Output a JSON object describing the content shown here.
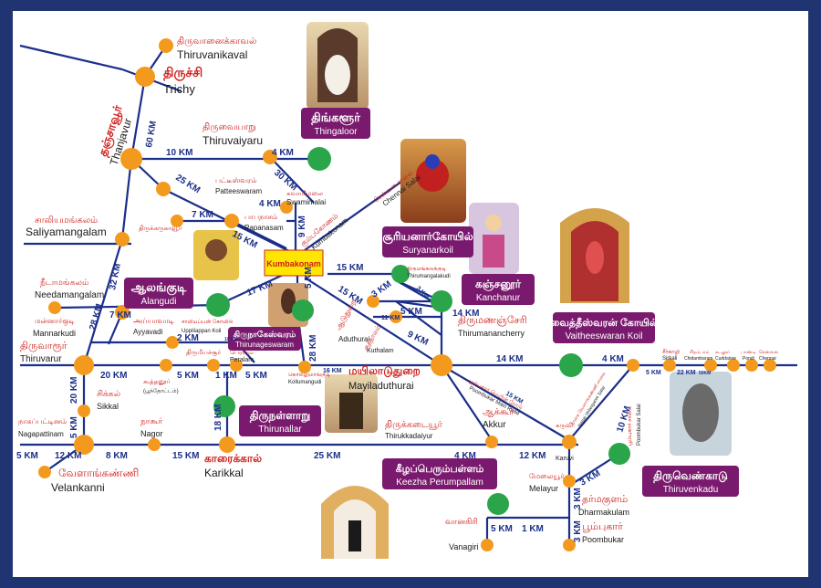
{
  "colors": {
    "border": "#1f3471",
    "road": "#1b2f8a",
    "town": "#f39a1e",
    "temple": "#2aa54a",
    "tamil_text": "#cc1f1a",
    "english_text": "#1a1a1a",
    "distance_text": "#1b2f8a",
    "label_box": "#7a1a6e",
    "center_box": "#ffe600",
    "center_text": "#cc1f1a"
  },
  "center": "Kumbakonam",
  "towns": {
    "thiruvanaikaval": {
      "ta": "திருவானைக்காவல்",
      "en": "Thiruvanikaval"
    },
    "trichy": {
      "ta": "திருச்சி",
      "en": "Trichy"
    },
    "thanjavur": {
      "ta": "தஞ்சாவூர்",
      "en": "Thanjavur"
    },
    "thiruvaiyaru": {
      "ta": "திருவையாறு",
      "en": "Thiruvaiyaru"
    },
    "patteeswaram": {
      "ta": "பட்டீஸ்வரம்",
      "en": "Patteeswaram"
    },
    "swamimalai": {
      "ta": "சுவாமிமலை",
      "en": "Swamimalai"
    },
    "papanasam": {
      "ta": "பாபநாசம்",
      "en": "Papanasam"
    },
    "saliyamangalam": {
      "ta": "சாலியமங்கலம்",
      "en": "Saliyamangalam"
    },
    "thirukkarugavur": {
      "ta": "திருக்கருகாவூர்",
      "en": ""
    },
    "kumbakonam_road": {
      "ta": "கும்பகோணம்",
      "en": "Kumbakonam"
    },
    "chennai_salai": {
      "ta": "சென்னை சாலை",
      "en": "Chennai Salai"
    },
    "needamangalam": {
      "ta": "நீடாமங்கலம்",
      "en": "Needamangalam"
    },
    "mannarkudi": {
      "ta": "மன்னார்குடி",
      "en": "Mannarkudi"
    },
    "ayyavadi": {
      "ta": "அய்யாவாடி",
      "en": "Ayyavadi"
    },
    "uppiliappan": {
      "ta": "சாமியப்பன் கோயில்",
      "en": "Uppiliappan Koil"
    },
    "thiruvarur": {
      "ta": "திருவாரூர்",
      "en": "Thiruvarur"
    },
    "koothanur": {
      "ta": "கூத்தனூர்",
      "en": "(பூந்தோட்டம்)"
    },
    "thirumeeyachur": {
      "ta": "திருமீயச்சூர்",
      "en": ""
    },
    "peralam": {
      "ta": "பேரளம்",
      "en": "Peralam"
    },
    "kollumangudi": {
      "ta": "கொல்லுமாங்குடி",
      "en": "Kollumangudi"
    },
    "aduthurai": {
      "ta": "ஆடுதுறை",
      "en": "Aduthurai"
    },
    "kuthalam": {
      "ta": "குத்தாலம்",
      "en": "Kuthalam"
    },
    "thirumangalakudi": {
      "ta": "திருமங்கலக்குடி",
      "en": "Thirumangalakudi"
    },
    "thirumanancherry": {
      "ta": "திருமணஞ்சேரி",
      "en": "Thirumanancherry"
    },
    "mayiladuthurai": {
      "ta": "மயிலாடுதுறை",
      "en": "Mayiladuthurai"
    },
    "sikkal": {
      "ta": "சிக்கல்",
      "en": "Sikkal"
    },
    "nagapattinam": {
      "ta": "நாகப்பட்டினம்",
      "en": "Nagapattinam"
    },
    "nagor": {
      "ta": "நாகூர்",
      "en": "Nagor"
    },
    "karaikal": {
      "ta": "காரைக்கால்",
      "en": "Karikkal"
    },
    "velankanni": {
      "ta": "வேளாங்கண்ணி",
      "en": "Velankanni"
    },
    "thirukkadaiyur": {
      "ta": "திருக்கடையூர்",
      "en": "Thirukkadaiyur"
    },
    "akkur": {
      "ta": "ஆக்கூர்",
      "en": "Akkur"
    },
    "karuvi": {
      "ta": "கருவி",
      "en": "Karuvi"
    },
    "poombukar_main_road": {
      "ta": "பூம்புகார் மெயின் ரோடு",
      "en": "Poombukar Main Road"
    },
    "nagai_velanganni_salai": {
      "ta": "நாகை வேளாங்கண்ணி சாலை",
      "en": "Nagai Velanganni Salai"
    },
    "poombukar_salai": {
      "ta": "பூம்புகார் சாலை",
      "en": "Poombukar Salai"
    },
    "melayur": {
      "ta": "மேலையூர்",
      "en": "Melayur"
    },
    "dharmakulam": {
      "ta": "தர்மகுளம்",
      "en": "Dharmakulam"
    },
    "poombukar": {
      "ta": "பூம்புகார்",
      "en": "Poombukar"
    },
    "vanagiri": {
      "ta": "வானகிரி",
      "en": "Vanagiri"
    },
    "sirkali": {
      "ta": "சீர்காழி",
      "en": "Sirkali"
    },
    "chidambaram": {
      "ta": "சிதம்பரம்",
      "en": "Chidambaram"
    },
    "cuddalore": {
      "ta": "கடலூர்",
      "en": "Cuddalore"
    },
    "pondi": {
      "ta": "பாண்டி",
      "en": "Pondi"
    },
    "chennai": {
      "ta": "சென்னை",
      "en": "Chennai"
    }
  },
  "temples": {
    "thingaloor": {
      "ta": "திங்களூர்",
      "en": "Thingaloor"
    },
    "suryanarkoil": {
      "ta": "சூரியனார்கோயில்",
      "en": "Suryanarkoil"
    },
    "kanchanur": {
      "ta": "கஞ்சனூர்",
      "en": "Kanchanur"
    },
    "vaitheeswaran": {
      "ta": "வைத்தீஸ்வரன் கோயில்",
      "en": "Vaitheeswaran Koil"
    },
    "alangudi": {
      "ta": "ஆலங்குடி",
      "en": "Alangudi"
    },
    "thirunageswaram": {
      "ta": "திருநாகேஸ்வரம்",
      "en": "Thirunageswaram"
    },
    "thirunallar": {
      "ta": "திருநள்ளாறு",
      "en": "Thirunallar"
    },
    "keezha": {
      "ta": "கீழப்பெரும்பள்ளம்",
      "en": "Keezha Perumpallam"
    },
    "thiruvenkadu": {
      "ta": "திருவெண்காடு",
      "en": "Thiruvenkadu"
    }
  },
  "distances": {
    "d60": "60 KM",
    "d10a": "10 KM",
    "d4a": "4 KM",
    "d25a": "25 KM",
    "d30a": "30 KM",
    "d32": "32 KM",
    "d7a": "7 KM",
    "d4b": "4 KM",
    "d15a": "15 KM",
    "d9a": "9 KM",
    "d15b": "15 KM",
    "d17": "17 KM",
    "d7b": "7 KM",
    "d28a": "28 KM",
    "d5a": "5 KM",
    "d15c": "15 KM",
    "d3a": "3 KM",
    "d3b": "3 KM",
    "d5b": "5 KM",
    "d14a": "14 KM",
    "d11": "11 KM",
    "d9b": "9 KM",
    "d2": "2 KM",
    "d10b": "10 KM",
    "d28b": "28 KM",
    "d20a": "20 KM",
    "d5c": "5 KM",
    "d1a": "1 KM",
    "d5d": "5 KM",
    "d16": "16 KM",
    "d14b": "14 KM",
    "d4c": "4 KM",
    "d5e": "5 KM",
    "d22": "22 KM",
    "d50": "50KM",
    "d20b": "20 KM",
    "d18": "18 KM",
    "d5f": "5 KM",
    "d5g": "5 KM",
    "d12a": "12 KM",
    "d8": "8 KM",
    "d15d": "15 KM",
    "d25b": "25 KM",
    "d4d": "4 KM",
    "d12b": "12 KM",
    "d15e": "15 KM",
    "d10c": "10 KM",
    "d3c": "3 KM",
    "d3d": "3 KM",
    "d3e": "3 KM",
    "d1b": "1 KM",
    "d5h": "5 KM"
  }
}
